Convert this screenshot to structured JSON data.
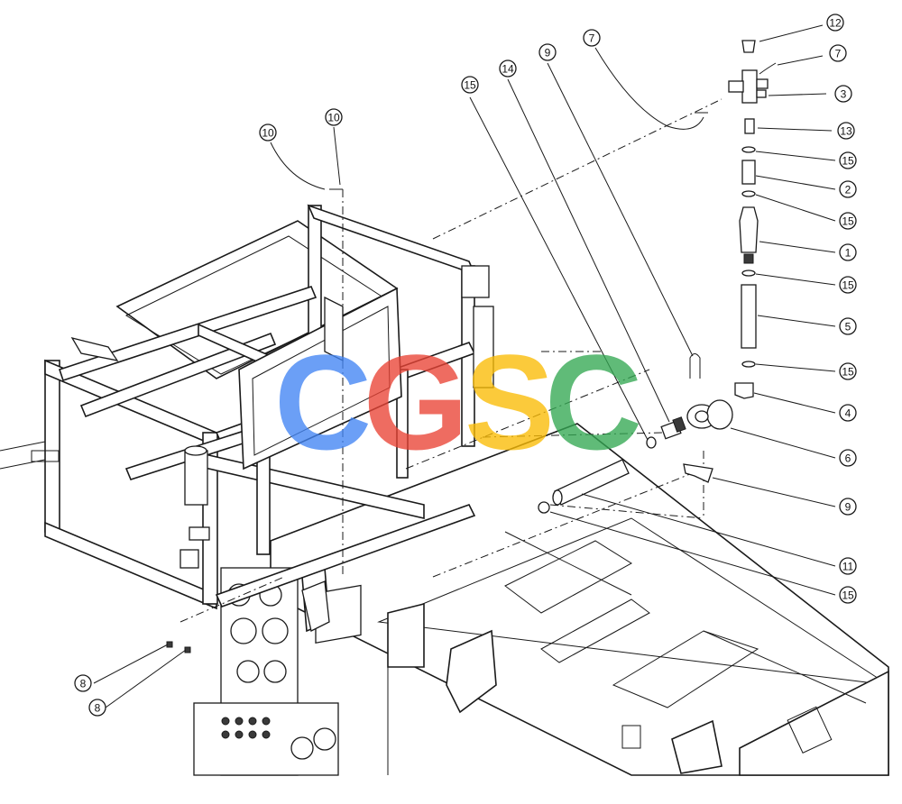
{
  "watermark": {
    "letters": [
      {
        "char": "C",
        "color": "#4285F4"
      },
      {
        "char": "G",
        "color": "#EA4335"
      },
      {
        "char": "S",
        "color": "#FBBC05"
      },
      {
        "char": "C",
        "color": "#34A853"
      }
    ]
  },
  "callouts": [
    {
      "id": "c12",
      "label": "12"
    },
    {
      "id": "c7a",
      "label": "7"
    },
    {
      "id": "c3",
      "label": "3"
    },
    {
      "id": "c13",
      "label": "13"
    },
    {
      "id": "c15a",
      "label": "15"
    },
    {
      "id": "c2",
      "label": "2"
    },
    {
      "id": "c15b",
      "label": "15"
    },
    {
      "id": "c1",
      "label": "1"
    },
    {
      "id": "c15c",
      "label": "15"
    },
    {
      "id": "c5",
      "label": "5"
    },
    {
      "id": "c15d",
      "label": "15"
    },
    {
      "id": "c4",
      "label": "4"
    },
    {
      "id": "c6",
      "label": "6"
    },
    {
      "id": "c9a",
      "label": "9"
    },
    {
      "id": "c11",
      "label": "11"
    },
    {
      "id": "c15e",
      "label": "15"
    },
    {
      "id": "c15f",
      "label": "15"
    },
    {
      "id": "c14",
      "label": "14"
    },
    {
      "id": "c9b",
      "label": "9"
    },
    {
      "id": "c7b",
      "label": "7"
    },
    {
      "id": "c10a",
      "label": "10"
    },
    {
      "id": "c10b",
      "label": "10"
    },
    {
      "id": "c8a",
      "label": "8"
    },
    {
      "id": "c8b",
      "label": "8"
    }
  ]
}
